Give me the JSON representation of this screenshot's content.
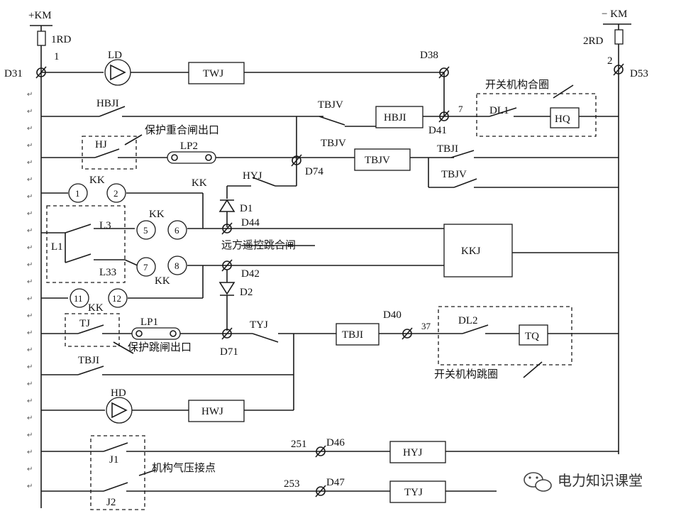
{
  "rails": {
    "pos_label": "+KM",
    "neg_label": "− KM",
    "fuse_left": "1RD",
    "fuse_right": "2RD",
    "node1": "1",
    "node2": "2",
    "d31": "D31",
    "d53": "D53"
  },
  "components": {
    "ld": "LD",
    "twj": "TWJ",
    "d38": "D38",
    "hbji_contact": "HBJI",
    "tbjv_contact1": "TBJV",
    "hbji_relay": "HBJI",
    "d41": "D41",
    "node7": "7",
    "dl1": "DL1",
    "hq": "HQ",
    "close_coil_caption": "开关机构合圈",
    "hj": "HJ",
    "protect_reclose": "保护重合闸出口",
    "lp2": "LP2",
    "d74": "D74",
    "tbjv_contact2": "TBJV",
    "tbjv_relay": "TBJV",
    "tbji_contact_top": "TBJI",
    "tbjv_contact3": "TBJV",
    "kk_top1": "KK",
    "kk_top2": "KK",
    "hyj_contact": "HYJ",
    "d1": "D1",
    "c1": "1",
    "c2": "2",
    "l3": "L3",
    "kk_mid": "KK",
    "c5": "5",
    "c6": "6",
    "d44": "D44",
    "l1": "L1",
    "remote_control": "远方遥控跳合闸",
    "kkj": "KKJ",
    "l33": "L33",
    "c7": "7",
    "c8": "8",
    "d42": "D42",
    "kk_low": "KK",
    "d2": "D2",
    "c11": "11",
    "c12": "12",
    "kk_bottom": "KK",
    "tj": "TJ",
    "lp1": "LP1",
    "d40": "D40",
    "dl2": "DL2",
    "protect_trip": "保护跳闸出口",
    "d71": "D71",
    "tyj_contact": "TYJ",
    "tbji_relay": "TBJI",
    "node37": "37",
    "tq": "TQ",
    "tbji_contact_low": "TBJI",
    "trip_coil_caption": "开关机构跳圈",
    "hd": "HD",
    "hwj": "HWJ",
    "j1": "J1",
    "node251": "251",
    "d46": "D46",
    "hyj_relay": "HYJ",
    "pressure_caption": "机构气压接点",
    "j2": "J2",
    "node253": "253",
    "d47": "D47",
    "tyj_relay": "TYJ"
  },
  "watermark": {
    "text": "电力知识课堂",
    "icon": "wechat-icon"
  }
}
